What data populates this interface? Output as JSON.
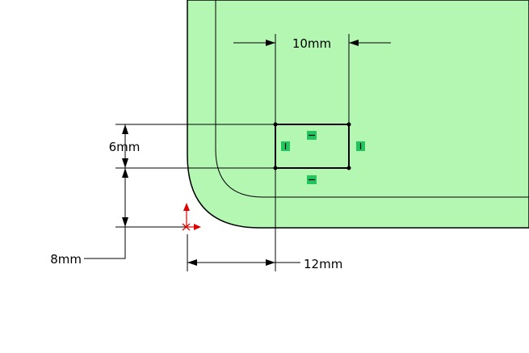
{
  "colors": {
    "background": "#ffffff",
    "part_fill": "#b3f7b3",
    "edge": "#000000",
    "relation_badge": "#22c55e",
    "origin": "#e00000"
  },
  "dimensions": {
    "width_10": "10mm",
    "height_6": "6mm",
    "vertical_8": "8mm",
    "horizontal_12": "12mm"
  },
  "relations": [
    {
      "type": "horizontal",
      "glyph": "−"
    },
    {
      "type": "horizontal",
      "glyph": "−"
    },
    {
      "type": "vertical",
      "glyph": "|"
    },
    {
      "type": "vertical",
      "glyph": "|"
    }
  ],
  "icons": {
    "origin": "sketch-origin-icon"
  }
}
